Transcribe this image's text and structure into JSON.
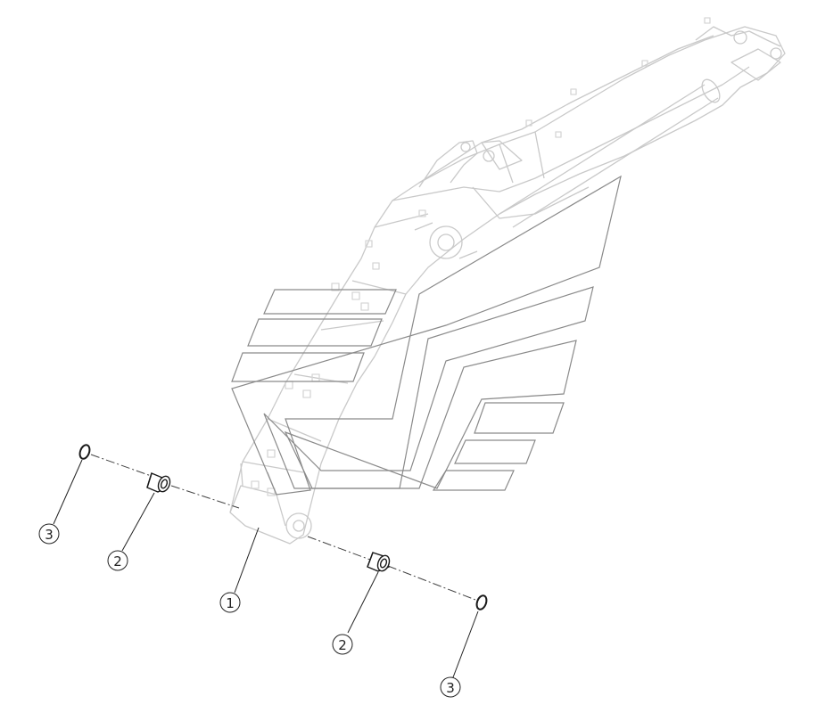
{
  "diagram": {
    "background": "#ffffff",
    "colors": {
      "boom_outline": "#c9c9c9",
      "boom_detail": "#d6d6d6",
      "decal_outline": "#8a8a8a",
      "part_outline": "#1a1a1a",
      "leader": "#222222",
      "centerline": "#444444"
    },
    "callouts": [
      {
        "id": "boom",
        "number": "1"
      },
      {
        "id": "bushing-left",
        "number": "2"
      },
      {
        "id": "bushing-right",
        "number": "2"
      },
      {
        "id": "seal-left",
        "number": "3"
      },
      {
        "id": "seal-right",
        "number": "3"
      }
    ]
  }
}
